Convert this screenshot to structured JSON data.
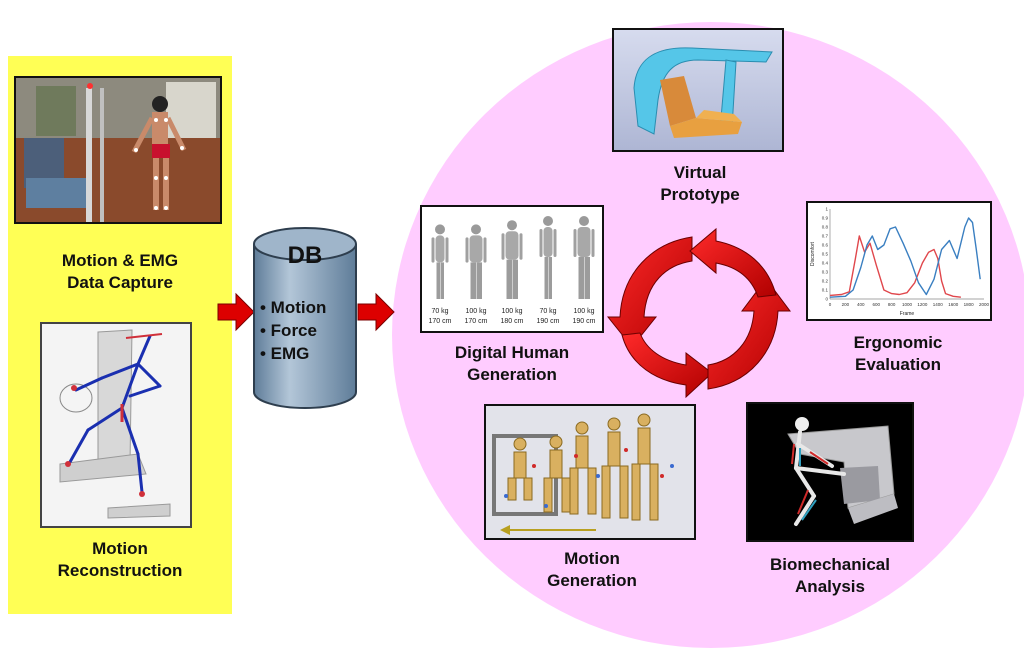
{
  "capture": {
    "label": "Motion & EMG\nData Capture"
  },
  "reconstruction": {
    "label": "Motion\nReconstruction"
  },
  "database": {
    "title": "DB",
    "items": [
      "• Motion",
      "• Force",
      "• EMG"
    ]
  },
  "virtual_prototype": {
    "label": "Virtual\nPrototype"
  },
  "digital_human": {
    "label": "Digital Human\nGeneration",
    "figures": [
      {
        "weight": "70 kg",
        "height": "170 cm"
      },
      {
        "weight": "100 kg",
        "height": "170 cm"
      },
      {
        "weight": "100 kg",
        "height": "180 cm"
      },
      {
        "weight": "70 kg",
        "height": "190 cm"
      },
      {
        "weight": "100 kg",
        "height": "190 cm"
      }
    ]
  },
  "ergonomic": {
    "label": "Ergonomic\nEvaluation",
    "chart_data": {
      "type": "line",
      "xlabel": "Frame",
      "ylabel": "Discomfort",
      "xlim": [
        0,
        2000
      ],
      "ylim": [
        0,
        1
      ],
      "x_ticks": [
        "0",
        "200",
        "400",
        "600",
        "800",
        "1000",
        "1200",
        "1400",
        "1600",
        "1800",
        "2000"
      ],
      "y_ticks": [
        "0",
        "0.1",
        "0.2",
        "0.3",
        "0.4",
        "0.5",
        "0.6",
        "0.7",
        "0.8",
        "0.9",
        "1"
      ],
      "series": [
        {
          "color": "#e0474c",
          "x": [
            0,
            150,
            250,
            330,
            380,
            450,
            520,
            600,
            700,
            800,
            900,
            1000,
            1100,
            1200,
            1280,
            1350,
            1400,
            1450,
            1500,
            1600,
            1700
          ],
          "y": [
            0.04,
            0.05,
            0.08,
            0.45,
            0.7,
            0.52,
            0.62,
            0.38,
            0.1,
            0.06,
            0.05,
            0.07,
            0.18,
            0.4,
            0.52,
            0.55,
            0.45,
            0.2,
            0.06,
            0.03,
            0.02
          ]
        },
        {
          "color": "#3a7fc1",
          "x": [
            0,
            200,
            300,
            400,
            480,
            550,
            620,
            700,
            780,
            850,
            950,
            1050,
            1150,
            1250,
            1350,
            1450,
            1550,
            1650,
            1750,
            1800,
            1850,
            1900,
            1950
          ],
          "y": [
            0.02,
            0.03,
            0.1,
            0.35,
            0.6,
            0.7,
            0.55,
            0.6,
            0.78,
            0.8,
            0.62,
            0.42,
            0.18,
            0.05,
            0.22,
            0.55,
            0.65,
            0.45,
            0.8,
            0.9,
            0.85,
            0.55,
            0.22
          ]
        }
      ]
    }
  },
  "motion_generation": {
    "label": "Motion\nGeneration"
  },
  "biomechanical": {
    "label": "Biomechanical\nAnalysis"
  },
  "colors": {
    "yellow_panel": "#ffff55",
    "pink_circle": "#ffccff",
    "arrow_red": "#dd0000",
    "db_blue": "#7f9bb5"
  }
}
